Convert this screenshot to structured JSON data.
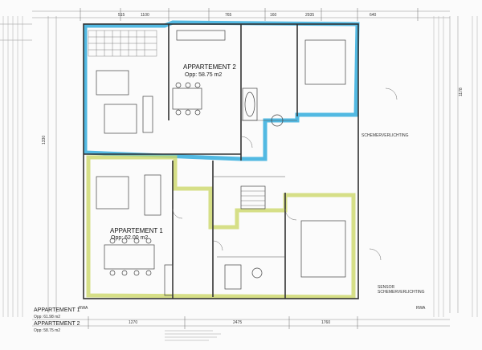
{
  "apartments": [
    {
      "name": "APPARTEMENT 2",
      "area": "Opp: 58.75 m2",
      "color": "#1aa3d9"
    },
    {
      "name": "APPARTEMENT 1",
      "area": "Opp: 62.00 m2",
      "color": "#d7e07a"
    }
  ],
  "legend": [
    {
      "name": "APPARTEMENT 1",
      "area": "Opp: 61.98 m2"
    },
    {
      "name": "APPARTEMENT 2",
      "area": "Opp: 58.75 m2"
    }
  ],
  "notes": {
    "schemer_top": "SCHEMERVERLICHTING",
    "schemer_bottom": "SCHEMERVERLICHTING",
    "sensor": "SENSOR",
    "rwa_left": "RWA",
    "rwa_right": "RWA"
  },
  "dimensions": {
    "top": [
      "515",
      "1100",
      "765",
      "160",
      "2935",
      "640"
    ],
    "bottom": [
      "1270",
      "2475",
      "1760"
    ],
    "left_side": "1330",
    "right_side": "1178"
  }
}
